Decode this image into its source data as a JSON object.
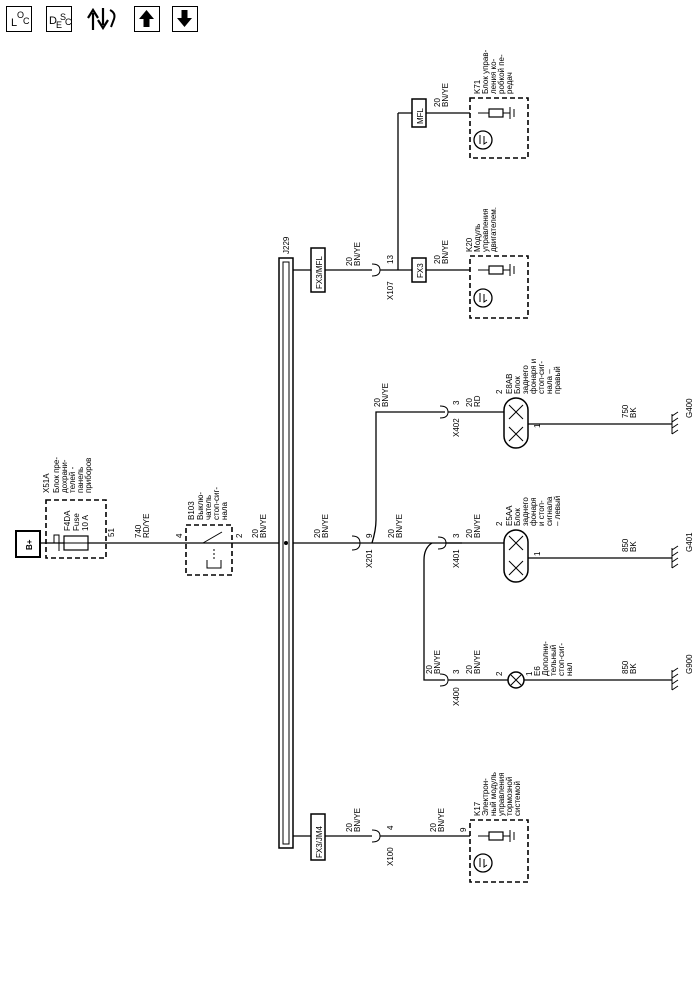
{
  "toolbar": {
    "loc": {
      "main": "L",
      "sub1": "O",
      "sub2": "C"
    },
    "desc": {
      "main": "D",
      "sub1": "E",
      "sub2": "S",
      "sub3": "C"
    },
    "icons": [
      "connector-route-icon",
      "arrow-up-icon",
      "arrow-down-icon"
    ]
  },
  "power": {
    "label": "B+"
  },
  "fuse_block": {
    "id": "X51A",
    "desc": [
      "Блок пре-",
      "дохрани-",
      "телей -",
      "панель",
      "приборов"
    ],
    "fuse_id": "F4DA",
    "fuse_word": "Fuse",
    "fuse_rating": "10 A",
    "pin": "51"
  },
  "wire_main": {
    "size": "740",
    "color": "RD/YE"
  },
  "switch": {
    "id": "B103",
    "desc": [
      "Выклю-",
      "чатель",
      "стоп-сиг-",
      "нала"
    ],
    "pin_in": "4",
    "pin_out": "2",
    "out_size": "20",
    "out_color": "BN/YE"
  },
  "bus": {
    "id": "J229",
    "top_label": "FX3/MFL",
    "bottom_label": "FX3/JM4"
  },
  "bus_wire": {
    "size": "20",
    "color": "BN/YE"
  },
  "x201": {
    "id": "X201",
    "pin": "9"
  },
  "branch_upper": {
    "size": "20",
    "color": "BN/YE"
  },
  "branch_lower": {
    "size": "20",
    "color": "BN/YE"
  },
  "x402": {
    "id": "X402",
    "pin": "3",
    "out_size": "20",
    "out_color": "RD"
  },
  "x401": {
    "id": "X401",
    "pin": "3",
    "out_size": "20",
    "out_color": "BN/YE"
  },
  "x400": {
    "id": "X400",
    "pin": "3",
    "in_size": "20",
    "in_color": "BN/YE",
    "out_size": "20",
    "out_color": "BN/YE"
  },
  "e8ab": {
    "id": "E8AB",
    "desc": [
      "Блок",
      "заднего",
      "фонаря и",
      "стоп-сиг-",
      "нала –",
      "правый"
    ],
    "pin_in": "2",
    "pin_out": "1",
    "gnd_size": "750",
    "gnd_color": "BK",
    "ground": "G400"
  },
  "e5aa": {
    "id": "E5AA",
    "desc": [
      "Блок",
      "заднего",
      "фонаря",
      "и стоп-",
      "сигнала",
      "– левый"
    ],
    "pin_in": "2",
    "pin_out": "1",
    "gnd_size": "850",
    "gnd_color": "BK",
    "ground": "G401"
  },
  "e6": {
    "id": "E6",
    "desc": [
      "Дополни-",
      "тельный",
      "стоп-сиг-",
      "нал"
    ],
    "pin_in": "2",
    "pin_out": "1",
    "gnd_size": "850",
    "gnd_color": "BK",
    "ground": "G900"
  },
  "x107": {
    "id": "X107",
    "pin": "13",
    "in_size": "20",
    "in_color": "BN/YE"
  },
  "k20": {
    "id": "K20",
    "desc": [
      "Модуль",
      "управления",
      "двигателем."
    ],
    "tag": "FX3",
    "in_size": "20",
    "in_color": "BN/YE"
  },
  "k71": {
    "id": "K71",
    "desc": [
      "Блок управ-",
      "ления ко-",
      "робкой пе-",
      "редач"
    ],
    "tag": "MFL",
    "in_size": "20",
    "in_color": "BN/YE"
  },
  "x100": {
    "id": "X100",
    "pin": "4",
    "in_size": "20",
    "in_color": "BN/YE",
    "out_size": "20",
    "out_color": "BN/YE"
  },
  "k17": {
    "id": "K17",
    "desc": [
      "Электрон-",
      "ный модуль",
      "управления",
      "тормозной",
      "системой"
    ],
    "pin": "9"
  }
}
